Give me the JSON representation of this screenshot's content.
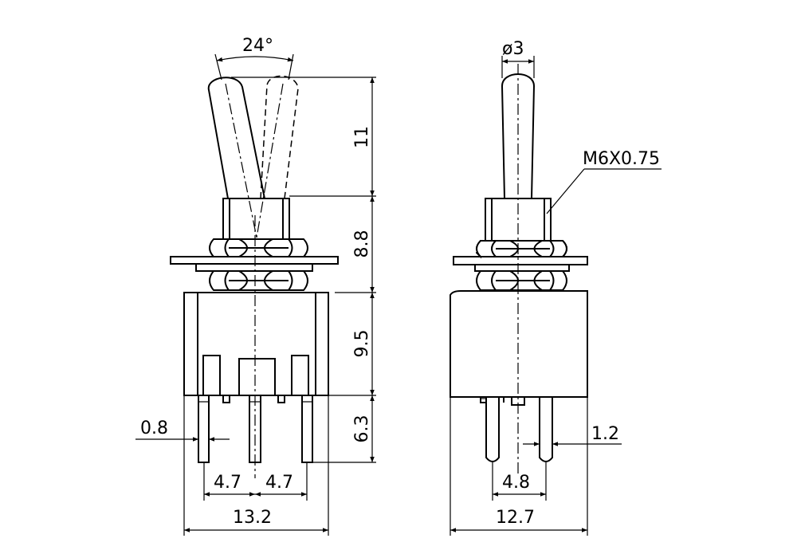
{
  "dimensions": {
    "angle": "24°",
    "lever_length": "11",
    "bushing_height": "8.8",
    "body_height": "9.5",
    "pin_length": "6.3",
    "pin_thickness": "0.8",
    "pin_pitch_left": "4.7",
    "pin_pitch_right": "4.7",
    "body_width_front": "13.2",
    "lever_diameter": "ø3",
    "thread": "M6X0.75",
    "pin_width_side": "1.2",
    "pin_spacing_side": "4.8",
    "body_width_side": "12.7"
  }
}
